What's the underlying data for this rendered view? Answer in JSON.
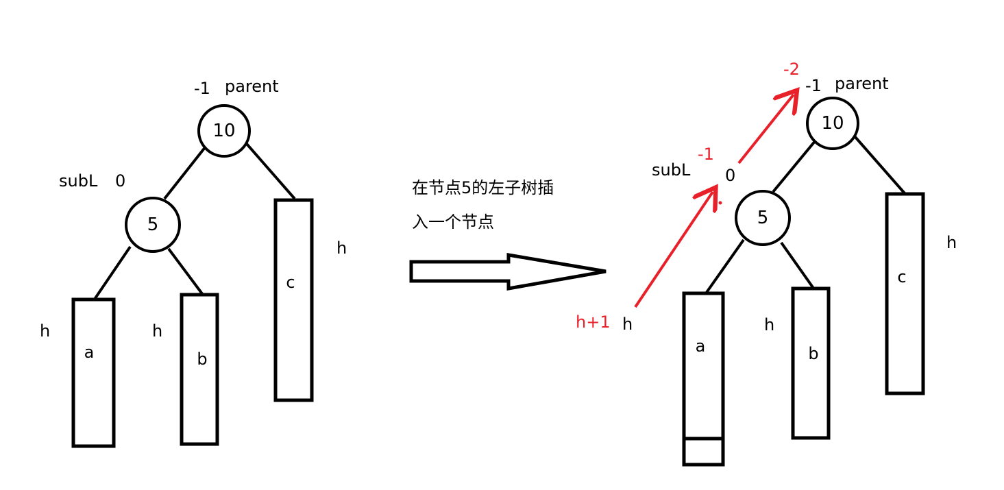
{
  "left_tree": {
    "root": {
      "value": "10",
      "balance": "-1",
      "tag": "parent"
    },
    "left_child": {
      "value": "5",
      "balance": "0",
      "tag": "subL"
    },
    "subtrees": [
      {
        "name": "a",
        "height": "h"
      },
      {
        "name": "b",
        "height": "h"
      },
      {
        "name": "c",
        "height": "h"
      }
    ]
  },
  "transition": {
    "caption_line1": "在节点5的左子树插",
    "caption_line2": "入一个节点"
  },
  "right_tree": {
    "root": {
      "value": "10",
      "old_balance": "-1",
      "new_balance": "-2",
      "tag": "parent"
    },
    "left_child": {
      "value": "5",
      "old_balance": "0",
      "new_balance": "-1",
      "tag": "subL"
    },
    "subtrees": [
      {
        "name": "a",
        "old_height": "h",
        "new_height": "h+1"
      },
      {
        "name": "b",
        "height": "h"
      },
      {
        "name": "c",
        "height": "h"
      }
    ]
  },
  "colors": {
    "ink": "#000000",
    "update": "#e8202a"
  }
}
